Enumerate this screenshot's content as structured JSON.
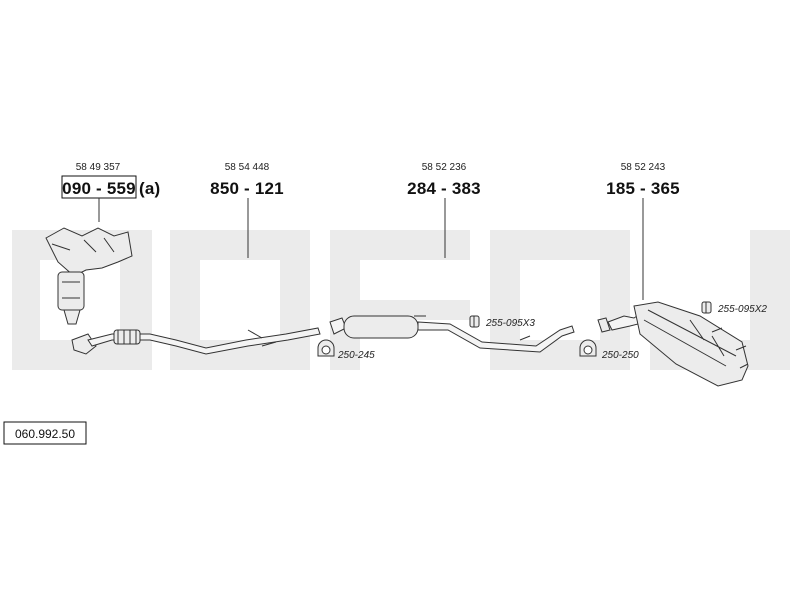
{
  "watermark_color": "#ebebeb",
  "parts": [
    {
      "ref": "58 49 357",
      "number": "090 - 559",
      "suffix": "(a)",
      "boxed": true,
      "icon": "exhaust-manifold-catalyst"
    },
    {
      "ref": "58 54 448",
      "number": "850 - 121",
      "suffix": "",
      "boxed": false,
      "icon": "front-pipe"
    },
    {
      "ref": "58 52 236",
      "number": "284 - 383",
      "suffix": "",
      "boxed": false,
      "icon": "middle-silencer"
    },
    {
      "ref": "58 52 243",
      "number": "185 - 365",
      "suffix": "",
      "boxed": false,
      "icon": "rear-silencer"
    }
  ],
  "accessories": [
    {
      "code": "250-245",
      "icon": "clamp-icon"
    },
    {
      "code": "255-095X3",
      "icon": "rubber-mount-icon"
    },
    {
      "code": "250-250",
      "icon": "clamp-icon"
    },
    {
      "code": "255-095X2",
      "icon": "rubber-mount-icon"
    }
  ],
  "set_number": "060.992.50"
}
